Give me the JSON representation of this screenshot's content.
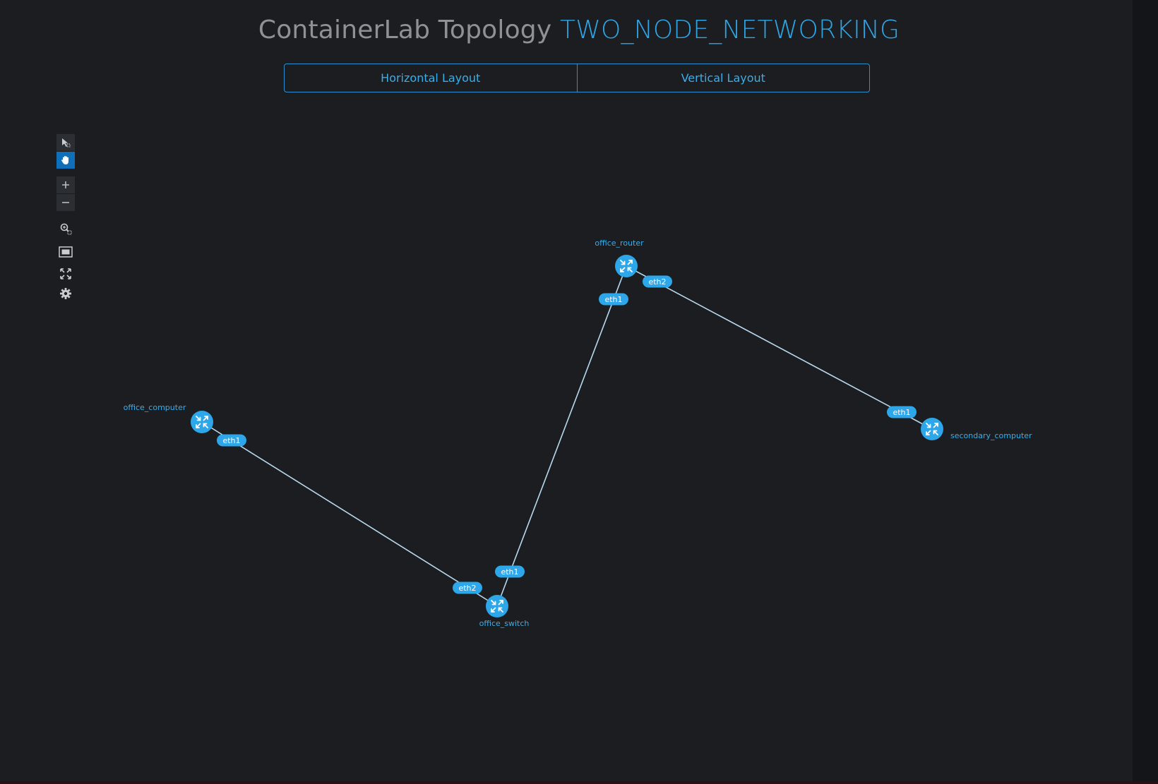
{
  "header": {
    "title_prefix": "ContainerLab Topology",
    "topology_name": "TWO_NODE_NETWORKING"
  },
  "layout_buttons": {
    "horizontal": "Horizontal Layout",
    "vertical": "Vertical Layout"
  },
  "toolbar": {
    "tools": [
      "select-icon",
      "pan-icon",
      "zoom-in-icon",
      "zoom-out-icon",
      "zoom-selection-icon",
      "fit-view-icon",
      "fullscreen-icon",
      "settings-icon"
    ],
    "active_tool": "pan-icon"
  },
  "colors": {
    "accent": "#2fa5e6",
    "node_fill": "#2ea7ea",
    "link": "#b9d9ef",
    "background": "#1b1d20"
  },
  "nodes": [
    {
      "id": "office_router",
      "label": "office_router"
    },
    {
      "id": "office_computer",
      "label": "office_computer"
    },
    {
      "id": "office_switch",
      "label": "office_switch"
    },
    {
      "id": "secondary_computer",
      "label": "secondary_computer"
    }
  ],
  "links": [
    {
      "source": "office_computer",
      "source_port": "eth1",
      "target": "office_switch",
      "target_port": "eth2"
    },
    {
      "source": "office_switch",
      "source_port": "eth1",
      "target": "office_router",
      "target_port": "eth1"
    },
    {
      "source": "office_router",
      "source_port": "eth2",
      "target": "secondary_computer",
      "target_port": "eth1"
    }
  ]
}
